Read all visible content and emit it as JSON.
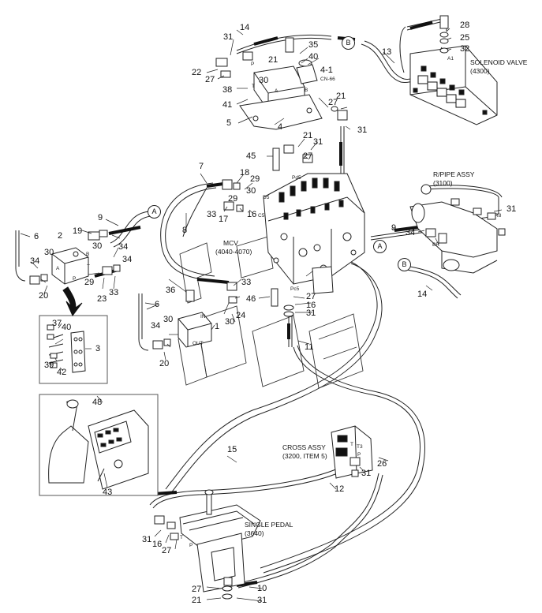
{
  "labels": {
    "n1": "1",
    "n2": "2",
    "n3": "3",
    "n4": "4",
    "n4_1": "4-1",
    "n5": "5",
    "n6a": "6",
    "n6b": "6",
    "n7": "7",
    "n8": "8",
    "n9a": "9",
    "n9b": "9",
    "n10": "10",
    "n11": "11",
    "n12": "12",
    "n13": "13",
    "n14a": "14",
    "n14b": "14",
    "n15": "15",
    "n16a": "16",
    "n16b": "16",
    "n17": "17",
    "n18": "18",
    "n19": "19",
    "n20a": "20",
    "n20b": "20",
    "n21a": "21",
    "n21b": "21",
    "n21c": "21",
    "n21d": "21",
    "n22": "22",
    "n23": "23",
    "n24": "24",
    "n25": "25",
    "n26": "26",
    "n27a": "27",
    "n27b": "27",
    "n27c": "27",
    "n27d": "27",
    "n27e": "27",
    "n28": "28",
    "n29a": "29",
    "n29b": "29",
    "n30a": "30",
    "n30b": "30",
    "n30c": "30",
    "n30d": "30",
    "n31a": "31",
    "n31b": "31",
    "n31c": "31",
    "n31d": "31",
    "n31e": "31",
    "n31f": "31",
    "n31g": "31",
    "n31h": "31",
    "n31i": "31",
    "n32": "32",
    "n33a": "33",
    "n33b": "33",
    "n33c": "33",
    "n34a": "34",
    "n34b": "34",
    "n34c": "34",
    "n34d": "34",
    "n35": "35",
    "n36": "36",
    "n37": "37",
    "n38": "38",
    "n39": "39",
    "n40a": "40",
    "n40b": "40",
    "n41": "41",
    "n42": "42",
    "n43": "43",
    "n45": "45",
    "n46": "46",
    "n48": "48"
  },
  "captions": {
    "solenoid_1": "SOLENOID VALVE",
    "solenoid_2": "(4300)",
    "rpipe_1": "R/PIPE ASSY",
    "rpipe_2": "(3100)",
    "mcv_1": "MCV",
    "mcv_2": "(4040-4070)",
    "cross_1": "CROSS ASSY",
    "cross_2": "(3200, ITEM 5)",
    "pedal_1": "SINGLE PEDAL",
    "pedal_2": "(3640)",
    "cn66": "CN-66"
  },
  "ports": {
    "a1": "A1",
    "r8": "R8",
    "br": "BR",
    "pd5": "Pd5",
    "d5": "D5",
    "c5": "C5",
    "pc5": "Pc5",
    "pa": "A",
    "pb": "B",
    "pp": "P",
    "pt": "T",
    "blk_p": "P",
    "blk_t": "T",
    "blk_a": "A",
    "blk_b": "B",
    "sv_in": "IN",
    "sv_out": "OUT",
    "cr_t": "T",
    "cr_t3": "T3",
    "cr_p": "P",
    "ped_t": "T",
    "ped_p": "P"
  },
  "connectors": {
    "a_left": "A",
    "a_right": "A",
    "b_top": "B",
    "b_right": "B"
  }
}
